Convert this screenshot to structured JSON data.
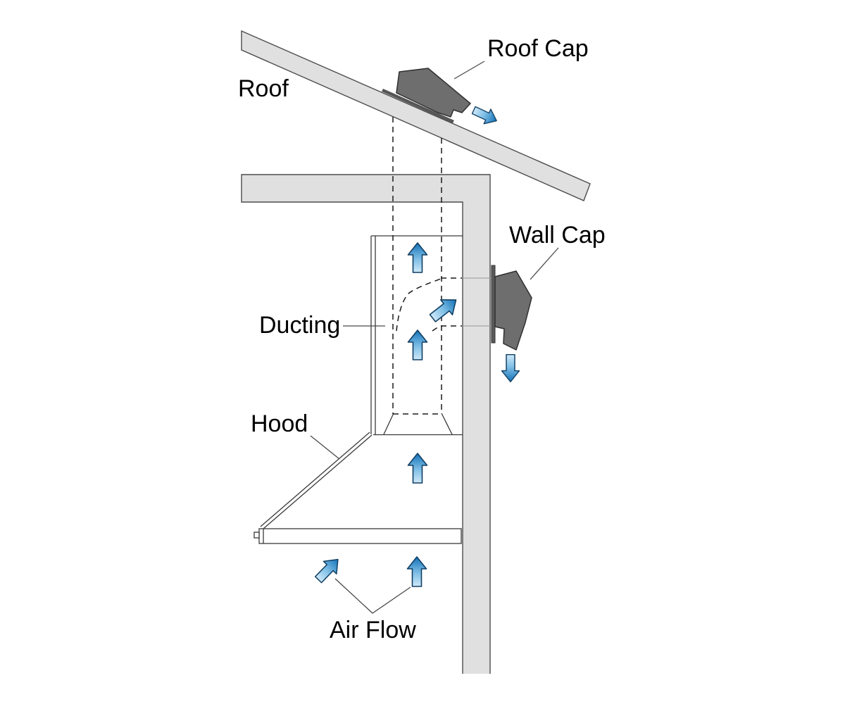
{
  "diagram": {
    "description": "Kitchen range hood venting diagram showing duct routing through roof cap or wall cap",
    "labels": {
      "roof": "Roof",
      "roof_cap": "Roof Cap",
      "wall_cap": "Wall Cap",
      "ducting": "Ducting",
      "hood": "Hood",
      "air_flow": "Air Flow"
    },
    "colors": {
      "background": "#ffffff",
      "structure_fill": "#e0e0e0",
      "structure_outline": "#4d4d4d",
      "cap_fill": "#6e6e6e",
      "cap_outline": "#2f2f2f",
      "flashing_gray": "#565656",
      "thin_line": "#3a3a3a",
      "dashed_line": "#1a1a1a",
      "leader_line": "#4a4a4a",
      "arrow_blue_dark": "#1372b8",
      "arrow_blue_mid": "#7fbfe6",
      "arrow_blue_light": "#cfe9f9",
      "arrow_outline": "#123f63",
      "label_color": "#000000"
    },
    "icons": [
      "airflow-arrow-icon"
    ]
  }
}
